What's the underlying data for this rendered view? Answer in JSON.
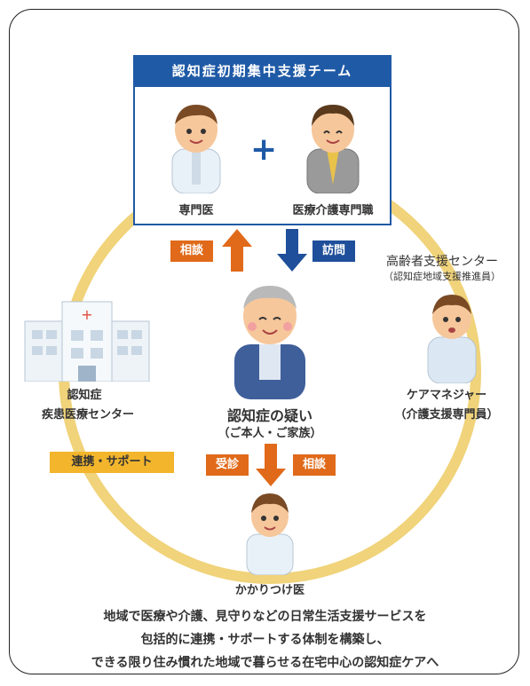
{
  "team": {
    "title": "認知症初期集中支援チーム",
    "member1": "専門医",
    "plus": "+",
    "member2": "医療介護専門職"
  },
  "arrows": {
    "consult_up": "相談",
    "visit_down": "訪問",
    "visit_exam": "受診",
    "consult_down": "相談"
  },
  "center": {
    "title": "認知症の疑い",
    "subtitle": "（ご本人・ご家族）"
  },
  "left": {
    "line1": "認知症",
    "line2": "疾患医療センター",
    "support": "連携・サポート"
  },
  "right": {
    "center_name": "高齢者支援センター",
    "center_sub": "（認知症地域支援推進員）",
    "manager": "ケアマネジャー",
    "manager_sub": "（介護支援専門員）"
  },
  "bottom": {
    "doctor": "かかりつけ医",
    "note1": "地域で医療や介護、見守りなどの日常生活支援サービスを",
    "note2": "包括的に連携・サポートする体制を構築し、",
    "note3": "できる限り住み慣れた地域で暮らせる在宅中心の認知症ケアへ"
  },
  "colors": {
    "ring": "#f0d37a",
    "team_blue": "#1f5aa6",
    "orange": "#e06a1a",
    "navy": "#1f4f9a",
    "gold": "#f2b52c"
  }
}
